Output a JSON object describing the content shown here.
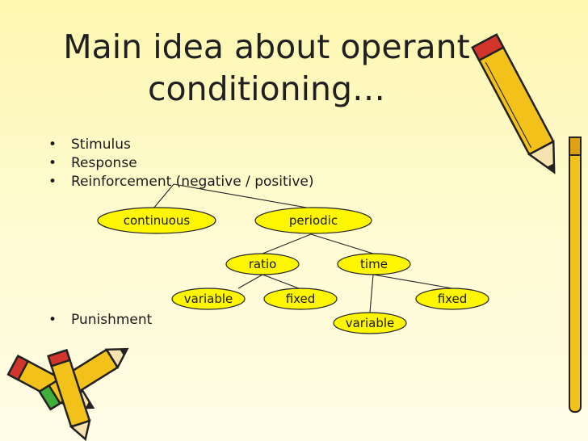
{
  "slide": {
    "title_line1": "Main idea about operant",
    "title_line2": "conditioning…",
    "bullets": [
      "Stimulus",
      "Response",
      "Reinforcement (negative / positive)"
    ],
    "last_bullet": "Punishment"
  },
  "diagram": {
    "node_fill": "#fdf600",
    "nodes": {
      "continuous": "continuous",
      "periodic": "periodic",
      "ratio": "ratio",
      "time": "time",
      "ratio_variable": "variable",
      "ratio_fixed": "fixed",
      "time_variable": "variable",
      "time_fixed": "fixed"
    },
    "edges": [
      [
        "reinforcement",
        "continuous"
      ],
      [
        "reinforcement",
        "periodic"
      ],
      [
        "periodic",
        "ratio"
      ],
      [
        "periodic",
        "time"
      ],
      [
        "ratio",
        "ratio_variable"
      ],
      [
        "ratio",
        "ratio_fixed"
      ],
      [
        "time",
        "time_variable"
      ],
      [
        "time",
        "time_fixed"
      ]
    ]
  },
  "decor": {
    "icons": [
      "pencil-icon",
      "pencils-icon"
    ],
    "pencil_body": "#f2c21a",
    "pencil_tip": "#d1352b"
  }
}
